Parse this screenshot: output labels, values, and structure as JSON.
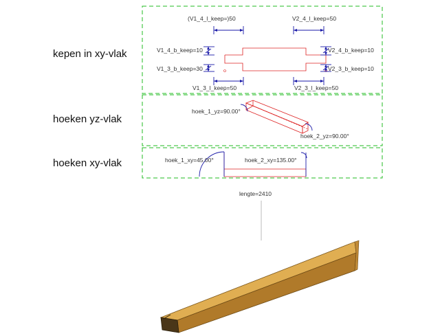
{
  "colors": {
    "frame": "#22bb22",
    "geometry": "#dd2222",
    "dimension": "#1a1aa8",
    "leader": "#bbbbbb",
    "wood_top": "#e0ae52",
    "wood_side": "#b07a2a",
    "wood_end": "#4a3618"
  },
  "sections": {
    "kepen": {
      "label": "kepen in xy-vlak"
    },
    "hoeken_yz": {
      "label": "hoeken yz-vlak"
    },
    "hoeken_xy": {
      "label": "hoeken xy-vlak"
    }
  },
  "params": {
    "v1_4_l": "(V1_4_l_keep=)50",
    "v2_4_l": "V2_4_l_keep=50",
    "v1_4_b": "V1_4_b_keep=10",
    "v2_4_b": "V2_4_b_keep=10",
    "v1_3_b": "V1_3_b_keep=30",
    "v2_3_b": "V2_3_b_keep=10",
    "v1_3_l": "V1_3_l_keep=50",
    "v2_3_l": "V2_3_l_keep=50",
    "hoek_1_yz": "hoek_1_yz=90.00°",
    "hoek_2_yz": "hoek_2_yz=90.00°",
    "hoek_1_xy": "hoek_1_xy=45.00°",
    "hoek_2_xy": "hoek_2_xy=135.00°",
    "lengte": "lengte=2410"
  }
}
